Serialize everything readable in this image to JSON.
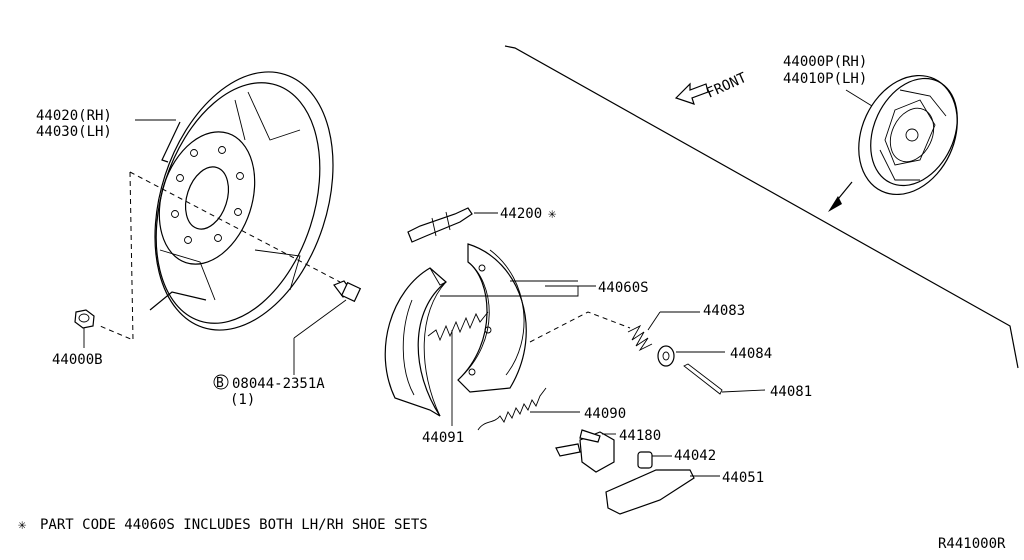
{
  "diagram": {
    "labels": {
      "backing_plate": [
        "44020(RH)",
        "44030(LH)"
      ],
      "nut": "44000B",
      "bolt_part": "08044-2351A",
      "bolt_marker": "B",
      "bolt_qty": "(1)",
      "adjuster": "44200",
      "shoe_set": "44060S",
      "spring_44083": "44083",
      "cup_44084": "44084",
      "pin_44081": "44081",
      "spring_44090": "44090",
      "spring_44091": "44091",
      "cylinder_44180": "44180",
      "boot_44042": "44042",
      "lever_44051": "44051",
      "assembly": [
        "44000P(RH)",
        "44010P(LH)"
      ],
      "front": "FRONT"
    },
    "note": "PART CODE 44060S  INCLUDES BOTH LH/RH SHOE SETS",
    "ref_code": "R441000R",
    "symbols": {
      "asterisk": "✳",
      "front_arrow_icon": "hollow-arrow-icon"
    }
  }
}
